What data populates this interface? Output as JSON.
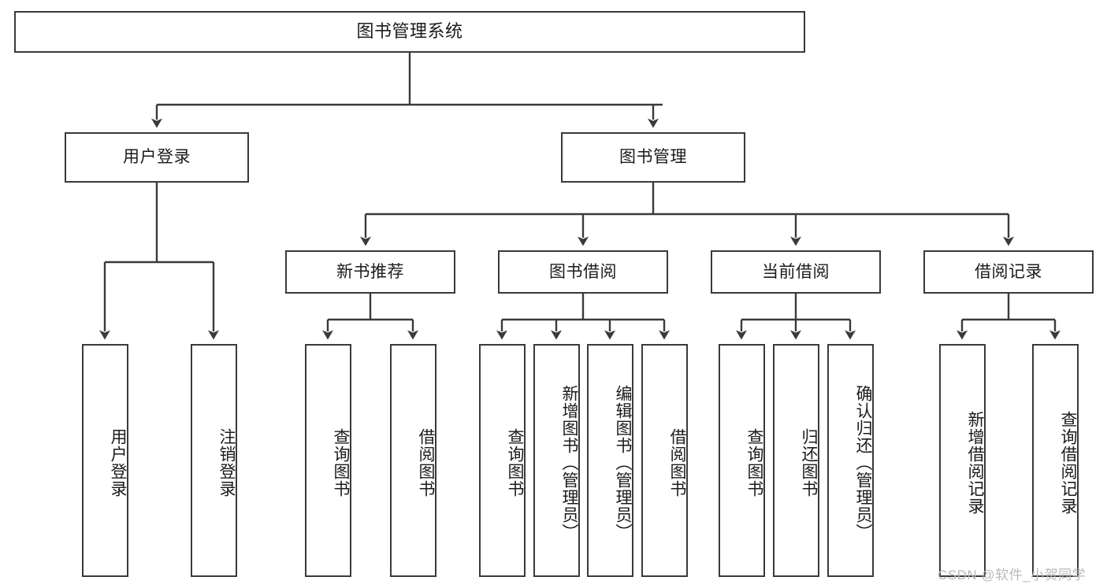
{
  "diagram": {
    "type": "tree-hierarchy-chart",
    "title": "图书管理系统",
    "stroke_color": "#3a3a3a",
    "text_color": "#1b1b1b",
    "background": "#ffffff",
    "watermark": "CSDN @软件_小贺同学",
    "watermark_color": "#b9b9b9"
  },
  "nodes": {
    "root": {
      "label": "图书管理系统"
    },
    "level2": [
      {
        "id": "user-login",
        "label": "用户登录"
      },
      {
        "id": "book-management",
        "label": "图书管理"
      }
    ],
    "level3": [
      {
        "id": "new-book-recommend",
        "label": "新书推荐"
      },
      {
        "id": "book-borrow",
        "label": "图书借阅"
      },
      {
        "id": "current-borrow",
        "label": "当前借阅"
      },
      {
        "id": "borrow-record",
        "label": "借阅记录"
      }
    ],
    "leaves": {
      "user_login": [
        {
          "id": "leaf-user-login",
          "label": "用户登录"
        },
        {
          "id": "leaf-logout",
          "label": "注销登录"
        }
      ],
      "new_book_recommend": [
        {
          "id": "leaf-query-book-1",
          "label": "查询图书"
        },
        {
          "id": "leaf-borrow-book-1",
          "label": "借阅图书"
        }
      ],
      "book_borrow": [
        {
          "id": "leaf-query-book-2",
          "label": "查询图书"
        },
        {
          "id": "leaf-add-book",
          "label": "新增图书（管理员）"
        },
        {
          "id": "leaf-edit-book",
          "label": "编辑图书（管理员）"
        },
        {
          "id": "leaf-borrow-book-2",
          "label": "借阅图书"
        }
      ],
      "current_borrow": [
        {
          "id": "leaf-query-book-3",
          "label": "查询图书"
        },
        {
          "id": "leaf-return-book",
          "label": "归还图书"
        },
        {
          "id": "leaf-confirm-return",
          "label": "确认归还（管理员）"
        }
      ],
      "borrow_record": [
        {
          "id": "leaf-add-record",
          "label": "新增借阅记录"
        },
        {
          "id": "leaf-query-record",
          "label": "查询借阅记录"
        }
      ]
    }
  }
}
